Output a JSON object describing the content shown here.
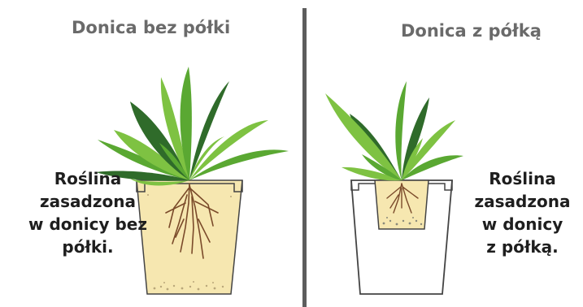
{
  "left_panel": {
    "title": "Donica bez półki",
    "caption_lines": [
      "Roślina",
      "zasadzona",
      "w donicy bez",
      "półki."
    ]
  },
  "right_panel": {
    "title": "Donica z półką",
    "caption_lines": [
      "Roślina",
      "zasadzona",
      "w donicy",
      "z półką."
    ]
  },
  "colors": {
    "leaf_light": "#7ec242",
    "leaf_mid": "#5aa832",
    "leaf_dark": "#2f6b2a",
    "soil": "#f6e7b0",
    "root": "#7a4a2a",
    "divider": "#5d5d5d",
    "title_gray": "#6a6a6a"
  }
}
